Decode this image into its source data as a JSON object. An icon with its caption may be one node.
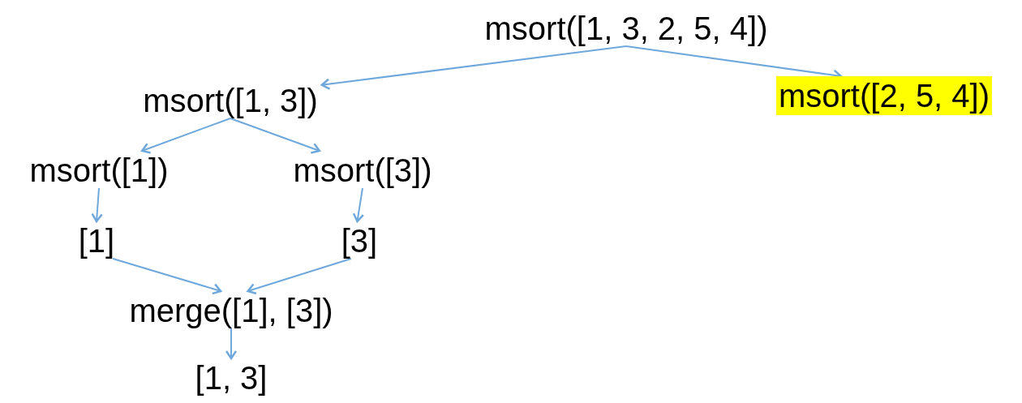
{
  "diagram": {
    "nodes": [
      {
        "text": [
          "msort([1, 3, 2, 5, 4])"
        ]
      },
      {
        "text": [
          "msort([1, 3])"
        ]
      },
      {
        "text": [
          "msort([2, 5, 4])"
        ]
      },
      {
        "text": [
          "msort([1])"
        ]
      },
      {
        "text": [
          "msort([3])"
        ]
      },
      {
        "text": [
          "[1]"
        ]
      },
      {
        "text": [
          "[3]"
        ]
      },
      {
        "text": [
          "merge([1], [3])"
        ]
      },
      {
        "text": [
          "[1, 3]"
        ]
      }
    ],
    "edges": [
      {
        "from": 0,
        "to": 1,
        "arrow": "to"
      },
      {
        "from": 0,
        "to": 2,
        "arrow": "to"
      },
      {
        "from": 1,
        "to": 3,
        "arrow": "to"
      },
      {
        "from": 1,
        "to": 4,
        "arrow": "to"
      },
      {
        "from": 3,
        "to": 5,
        "arrow": "to"
      },
      {
        "from": 4,
        "to": 6,
        "arrow": "to"
      },
      {
        "from": 5,
        "to": 7,
        "arrow": "to"
      },
      {
        "from": 6,
        "to": 7,
        "arrow": "to"
      },
      {
        "from": 7,
        "to": 8,
        "arrow": "to"
      }
    ]
  }
}
